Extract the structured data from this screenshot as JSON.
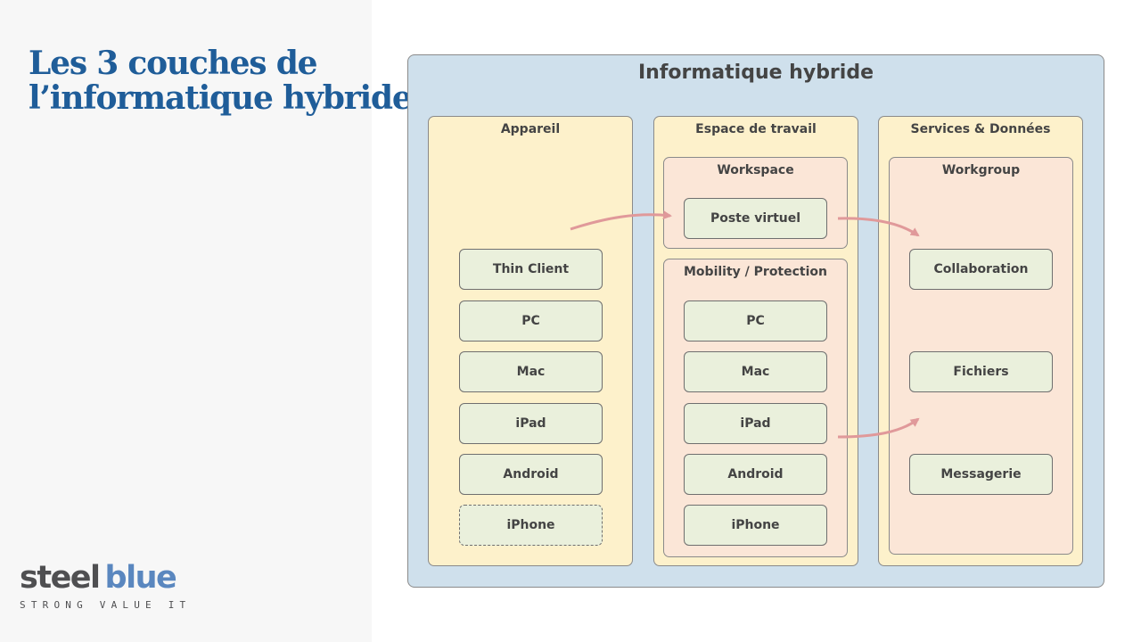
{
  "slide": {
    "title_line1": "Les 3 couches de",
    "title_line2": "l’informatique hybride"
  },
  "logo": {
    "word1": "steel",
    "word2": "blue",
    "tagline": "STRONG VALUE IT"
  },
  "diagram": {
    "title": "Informatique hybride",
    "columns": [
      {
        "title": "Appareil",
        "nodes": [
          "Thin Client",
          "PC",
          "Mac",
          "iPad",
          "Android",
          "iPhone"
        ]
      },
      {
        "title": "Espace de travail",
        "groups": [
          {
            "title": "Workspace",
            "nodes": [
              "Poste virtuel"
            ]
          },
          {
            "title": "Mobility / Protection",
            "nodes": [
              "PC",
              "Mac",
              "iPad",
              "Android",
              "iPhone"
            ]
          }
        ]
      },
      {
        "title": "Services & Données",
        "groups": [
          {
            "title": "Workgroup",
            "nodes": [
              "Collaboration",
              "Fichiers",
              "Messagerie"
            ]
          }
        ]
      }
    ],
    "arrows": [
      {
        "from": "Appareil",
        "to": "Poste virtuel"
      },
      {
        "from": "Poste virtuel",
        "to": "Workgroup"
      },
      {
        "from": "Mobility / Protection",
        "to": "Workgroup"
      }
    ],
    "colors": {
      "outer": "#cfe0ec",
      "column": "#fdf1cb",
      "group": "#fbe6d7",
      "node": "#eaf0dc",
      "arrow": "#e0999a",
      "title": "#1f5d99",
      "logo_blue": "#5a87bf"
    }
  }
}
